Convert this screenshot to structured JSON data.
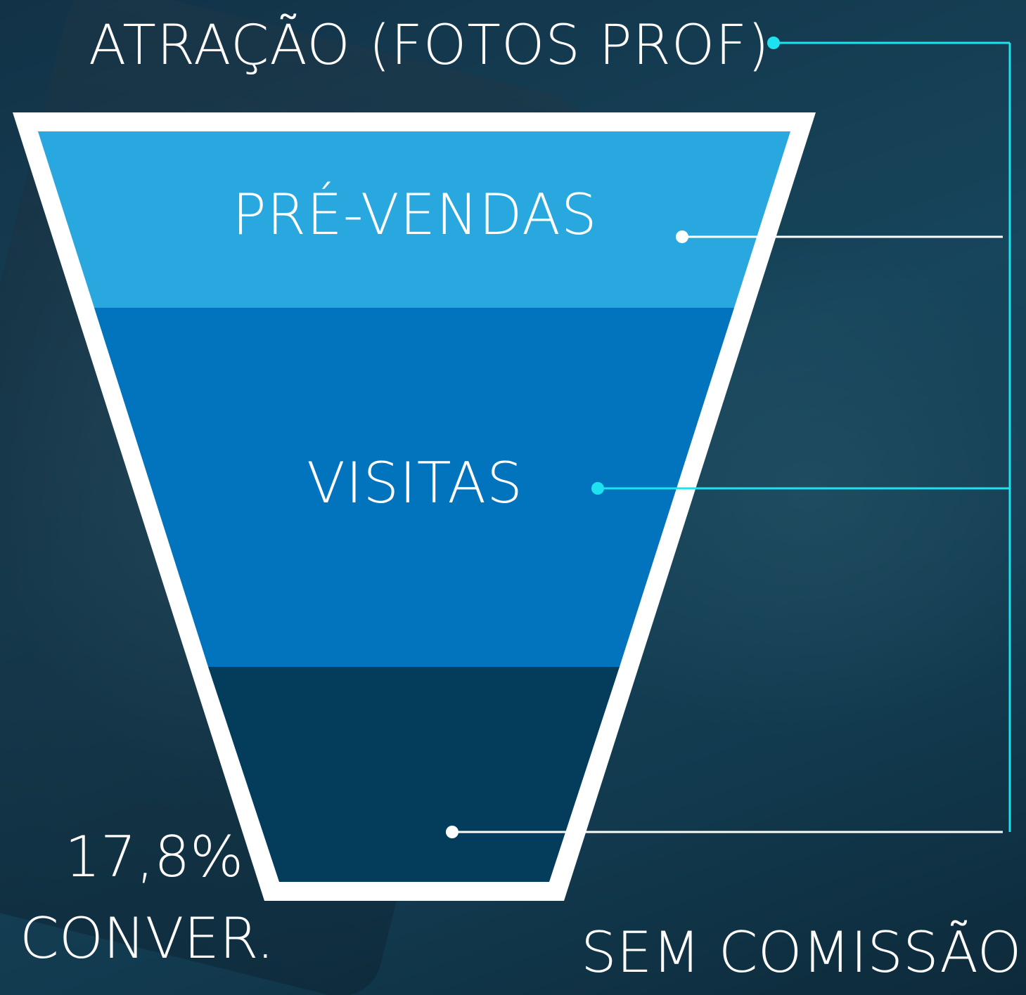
{
  "header": {
    "attraction_label": "ATRAÇÃO (FOTOS PROF)"
  },
  "funnel": {
    "stages": [
      {
        "label": "PRÉ-VENDAS",
        "color": "#29a8e0"
      },
      {
        "label": "VISITAS",
        "color": "#0273bd"
      },
      {
        "label": "",
        "color": "#033d5b"
      }
    ],
    "frame_color": "#ffffff"
  },
  "conversion": {
    "value": "17,8%",
    "label": "CONVER."
  },
  "footer": {
    "commission_label": "SEM COMISSÃO"
  },
  "colors": {
    "accent_cyan": "#1de2f0",
    "connector_white": "#ffffff",
    "background": "#0f3346"
  }
}
